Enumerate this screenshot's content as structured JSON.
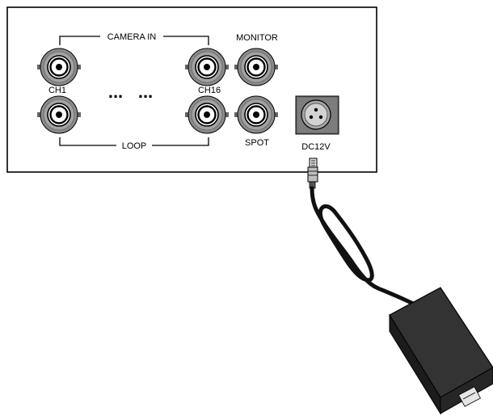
{
  "labels": {
    "camera_in": "CAMERA IN",
    "monitor": "MONITOR",
    "ch1": "CH1",
    "ch16": "CH16",
    "ellipsis_left": "...",
    "ellipsis_right": "...",
    "loop": "LOOP",
    "spot": "SPOT",
    "dc12v": "DC12V"
  },
  "colors": {
    "panel_stroke": "#000000",
    "panel_fill": "#ffffff",
    "connector_outer": "#8a8a8a",
    "connector_ring": "#ffffff",
    "power_jack_bg": "#6b6b6b",
    "adapter_top": "#333333",
    "adapter_side": "#1c1c1c",
    "cable": "#111111"
  },
  "icons": {
    "bnc_connector": "bnc-connector-icon",
    "power_jack": "power-jack-icon",
    "power_adapter": "power-adapter-icon"
  }
}
